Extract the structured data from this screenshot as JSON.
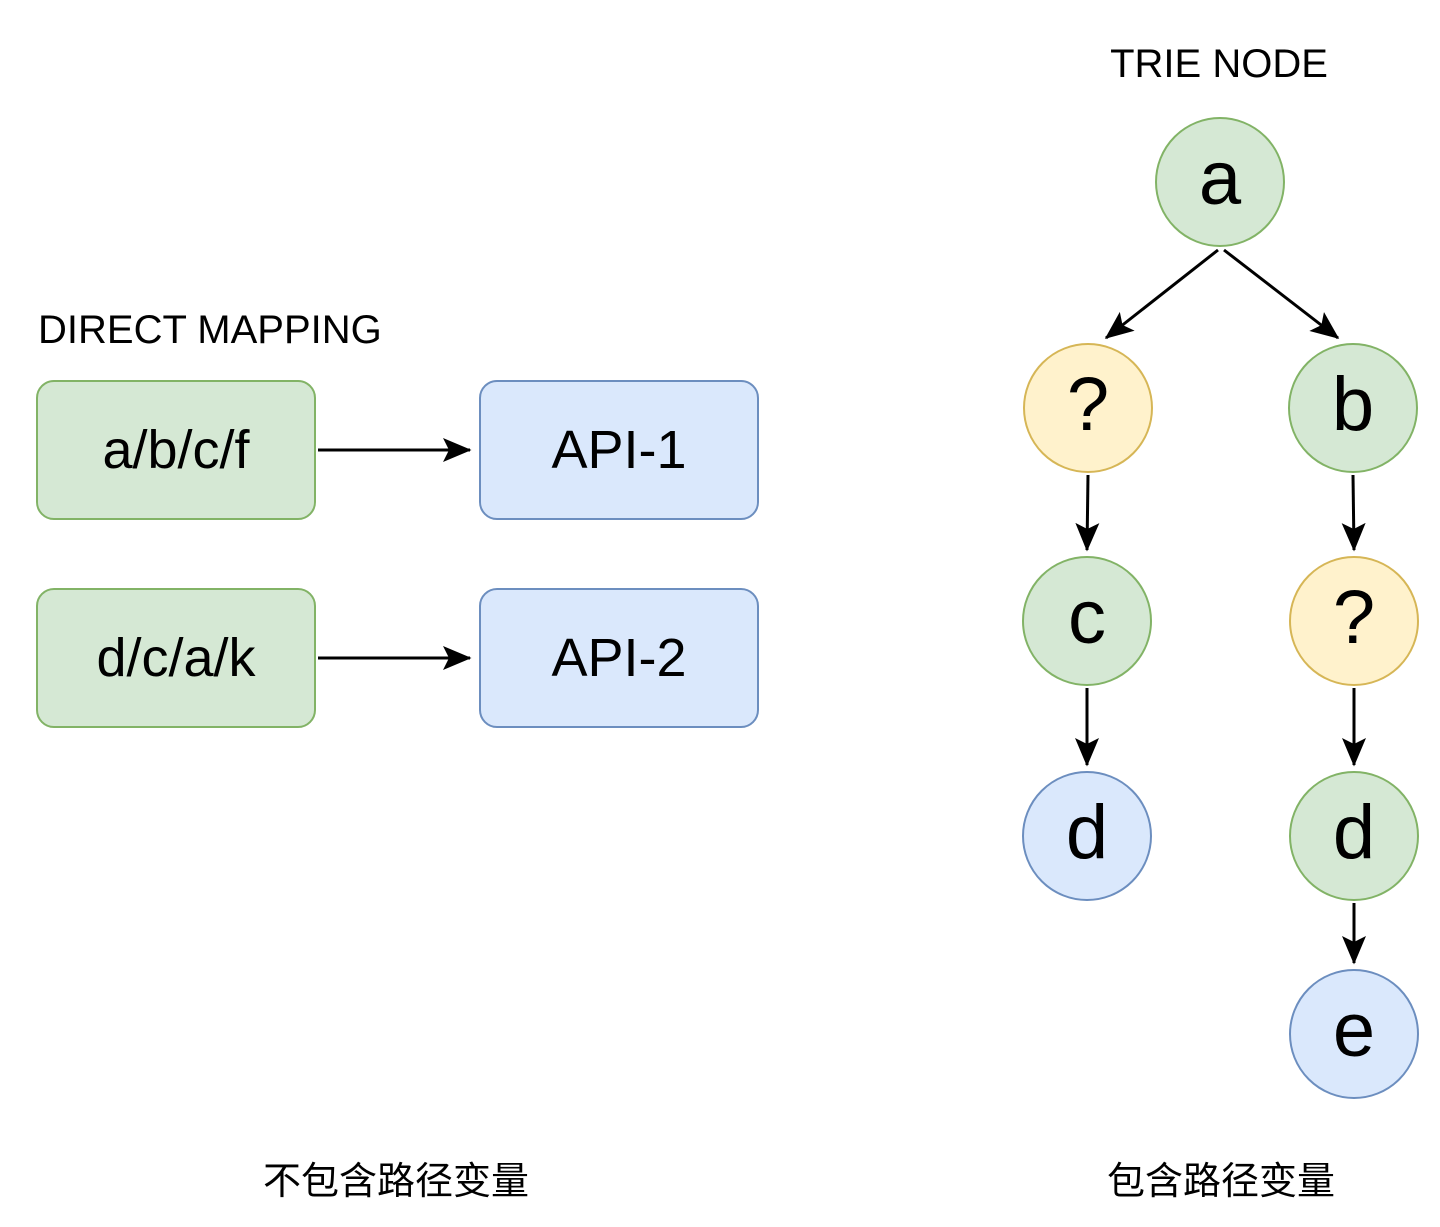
{
  "left_panel": {
    "title": "DIRECT MAPPING",
    "caption": "不包含路径变量",
    "mappings": [
      {
        "path": "a/b/c/f",
        "api": "API-1"
      },
      {
        "path": "d/c/a/k",
        "api": "API-2"
      }
    ]
  },
  "right_panel": {
    "title": "TRIE NODE",
    "caption": "包含路径变量",
    "nodes": [
      {
        "id": "a",
        "label": "a",
        "color": "green"
      },
      {
        "id": "q1",
        "label": "?",
        "color": "yellow"
      },
      {
        "id": "b",
        "label": "b",
        "color": "green"
      },
      {
        "id": "c",
        "label": "c",
        "color": "green"
      },
      {
        "id": "q2",
        "label": "?",
        "color": "yellow"
      },
      {
        "id": "d1",
        "label": "d",
        "color": "blue"
      },
      {
        "id": "d2",
        "label": "d",
        "color": "green"
      },
      {
        "id": "e",
        "label": "e",
        "color": "blue"
      }
    ],
    "edges": [
      [
        "a",
        "q1"
      ],
      [
        "a",
        "b"
      ],
      [
        "q1",
        "c"
      ],
      [
        "b",
        "q2"
      ],
      [
        "c",
        "d1"
      ],
      [
        "q2",
        "d2"
      ],
      [
        "d2",
        "e"
      ]
    ]
  },
  "colors": {
    "green_fill": "#d5e8d4",
    "green_border": "#82b366",
    "blue_fill": "#dae8fc",
    "blue_border": "#6c8ebf",
    "yellow_fill": "#fff2cc",
    "yellow_border": "#d6b656",
    "arrow": "#000000",
    "background": "#ffffff"
  }
}
